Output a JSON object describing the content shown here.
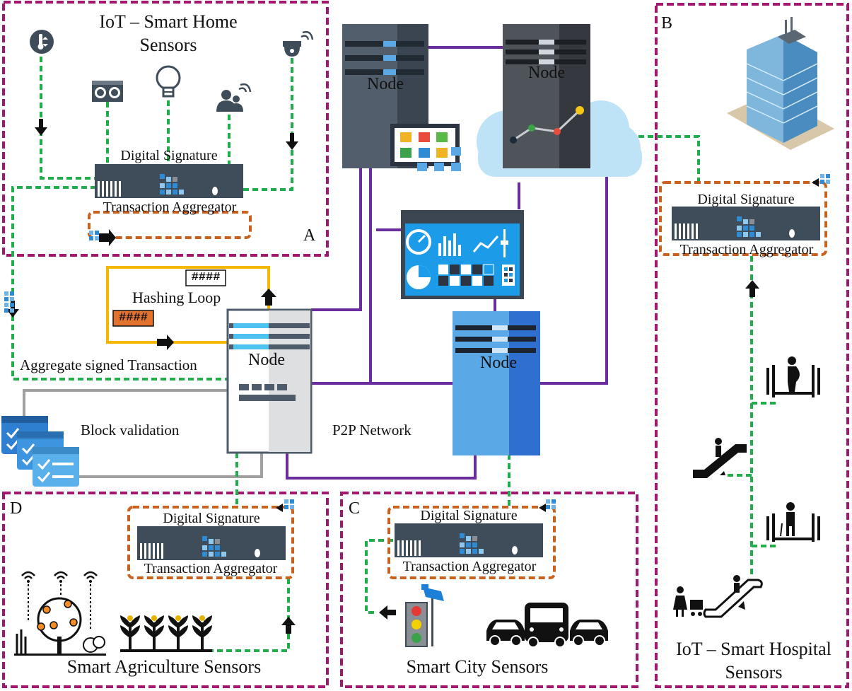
{
  "zones": {
    "a": {
      "letter": "A",
      "title_line1": "IoT – Smart Home",
      "title_line2": "Sensors"
    },
    "b": {
      "letter": "B",
      "title_line1": "IoT – Smart Hospital",
      "title_line2": "Sensors"
    },
    "c": {
      "letter": "C",
      "title": "Smart City Sensors"
    },
    "d": {
      "letter": "D",
      "title": "Smart Agriculture Sensors"
    }
  },
  "aggregator": {
    "signature_label": "Digital Signature",
    "aggregator_label": "Transaction Aggregator"
  },
  "nodes": {
    "label": "Node"
  },
  "hashing": {
    "label": "Hashing Loop",
    "hash_text": "####"
  },
  "labels": {
    "aggregate": "Aggregate signed Transaction",
    "block_validation": "Block validation",
    "p2p": "P2P Network"
  },
  "colors": {
    "zone_border": "#a3176f",
    "sensor_link": "#1fae4b",
    "signature_loop": "#c8621e",
    "p2p_link": "#6b2d9e",
    "hashing_loop": "#f5b800",
    "validation_link": "#a0a0a0",
    "aggregator_body": "#3f4c5a",
    "node_light_blue": "#5aa8e6",
    "node_dark": "#3d4754",
    "cloud": "#bfe3f6"
  }
}
